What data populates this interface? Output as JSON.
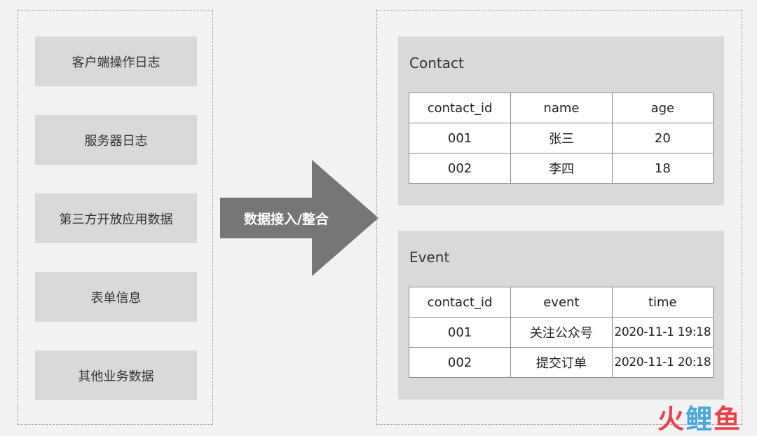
{
  "sources": [
    {
      "label": "客户端操作日志"
    },
    {
      "label": "服务器日志"
    },
    {
      "label": "第三方开放应用数据"
    },
    {
      "label": "表单信息"
    },
    {
      "label": "其他业务数据"
    }
  ],
  "arrow": {
    "label": "数据接入/整合",
    "color": "#767676"
  },
  "contact": {
    "title": "Contact",
    "headers": [
      "contact_id",
      "name",
      "age"
    ],
    "rows": [
      [
        "001",
        "张三",
        "20"
      ],
      [
        "002",
        "李四",
        "18"
      ]
    ]
  },
  "event": {
    "title": "Event",
    "headers": [
      "contact_id",
      "event",
      "time"
    ],
    "rows": [
      [
        "001",
        "关注公众号",
        "2020-11-1 19:18"
      ],
      [
        "002",
        "提交订单",
        "2020-11-1 20:18"
      ]
    ]
  },
  "logo": {
    "part1": "火",
    "part2": "鲤",
    "part3": "鱼"
  }
}
